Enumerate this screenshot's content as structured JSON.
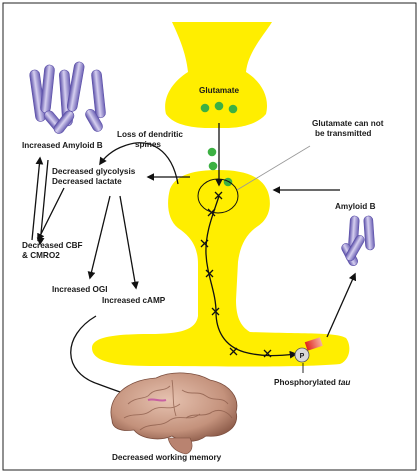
{
  "labels": {
    "glutamate": "Glutamate",
    "cannot_transmit_1": "Glutamate can not",
    "cannot_transmit_2": "be transmitted",
    "increased_amyloid": "Increased Amyloid B",
    "loss_spines_1": "Loss of dendritic",
    "loss_spines_2": "spines",
    "decreased_glycolysis": "Decreased glycolysis",
    "decreased_lactate": "Decreased lactate",
    "decreased_cbf_1": "Decreased CBF",
    "decreased_cbf_2": "& CMRO2",
    "increased_ogi": "Increased OGI",
    "increased_camp": "Increased cAMP",
    "amyloid_b": "Amyloid B",
    "phosphorylated": "Phosphorylated ",
    "tau": "tau",
    "p_marker": "P",
    "decreased_memory": "Decreased working memory"
  },
  "colors": {
    "neuron": "#ffee00",
    "vesicle": "#3cb043",
    "amyloid": "#8a7fc4",
    "arrow": "#111111",
    "border": "#222222",
    "brain": "#c99a86"
  }
}
